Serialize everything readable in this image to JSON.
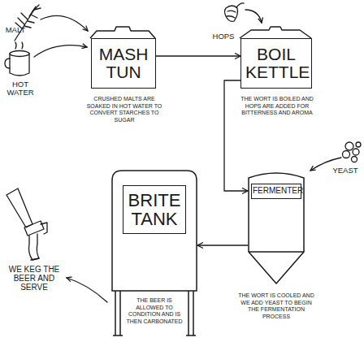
{
  "diagram": {
    "nodes": [
      {
        "text": [
          "MASH TUN",
          "CRUSHED MALTS ARE SOAKED IN HOT WATER TO CONVERT STARCHES TO SUGAR"
        ]
      },
      {
        "text": [
          "BOIL KETTLE",
          "THE WORT IS BOILED AND HOPS ARE ADDED FOR BITTERNESS AND AROMA"
        ]
      },
      {
        "text": [
          "BRITE TANK",
          "THE BEER IS ALLOWED TO CONDITION AND IS THEN CARBONATED"
        ]
      },
      {
        "text": [
          "FERMENTER",
          "THE WORT IS COOLED AND WE ADD YEAST TO BEGIN THE FERMENTATION PROCESS"
        ]
      }
    ],
    "edges": [
      {
        "from": 0,
        "to": 1,
        "arrow": "to"
      },
      {
        "from": 1,
        "to": 3,
        "arrow": "to"
      },
      {
        "from": 3,
        "to": 2,
        "arrow": "to"
      }
    ],
    "labels": [
      "MALT",
      "HOT WATER",
      "HOPS",
      "YEAST",
      "WE KEG THE BEER AND SERVE"
    ]
  }
}
